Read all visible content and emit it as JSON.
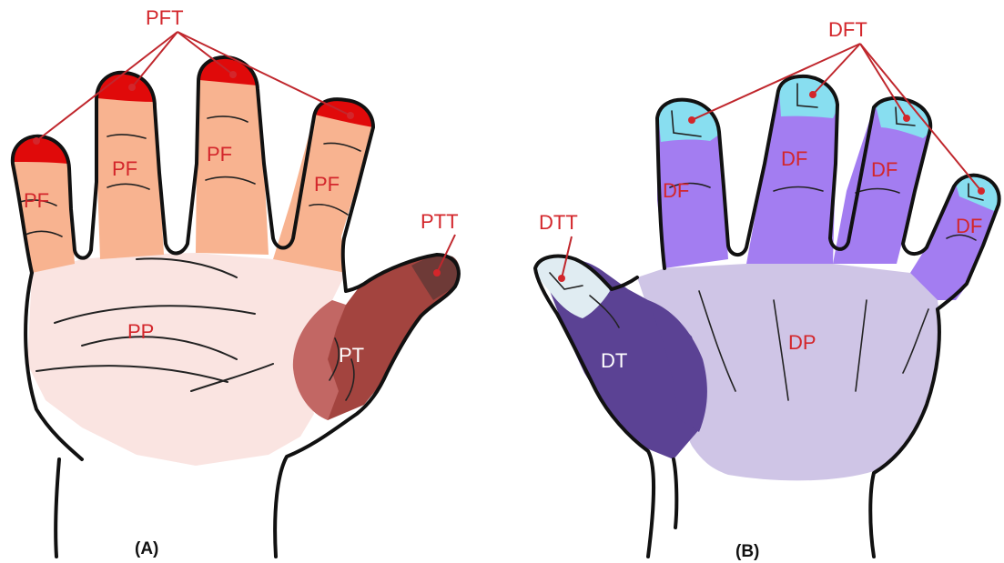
{
  "colors": {
    "palmar_palm": "#fae4e1",
    "palmar_finger": "#f8b390",
    "palmar_fingertip": "#e00a0a",
    "palmar_thumb_base": "#c26764",
    "palmar_thumb": "#a3443f",
    "palmar_thumb_tip": "#6e3a37",
    "dorsal_palm": "#cfc5e6",
    "dorsal_finger": "#a37df1",
    "dorsal_fingertip": "#88def0",
    "dorsal_thumb": "#5b4294",
    "dorsal_thumb_tip": "#e0ecf2",
    "label_red": "#d3262b",
    "leader": "#c0272d"
  },
  "panel_a": {
    "caption": "(A)",
    "labels": {
      "pft": "PFT",
      "ptt": "PTT",
      "pf1": "PF",
      "pf2": "PF",
      "pf3": "PF",
      "pf4": "PF",
      "pp": "PP",
      "pt": "PT"
    }
  },
  "panel_b": {
    "caption": "(B)",
    "labels": {
      "dft": "DFT",
      "dtt": "DTT",
      "df1": "DF",
      "df2": "DF",
      "df3": "DF",
      "df4": "DF",
      "dp": "DP",
      "dt": "DT"
    }
  }
}
